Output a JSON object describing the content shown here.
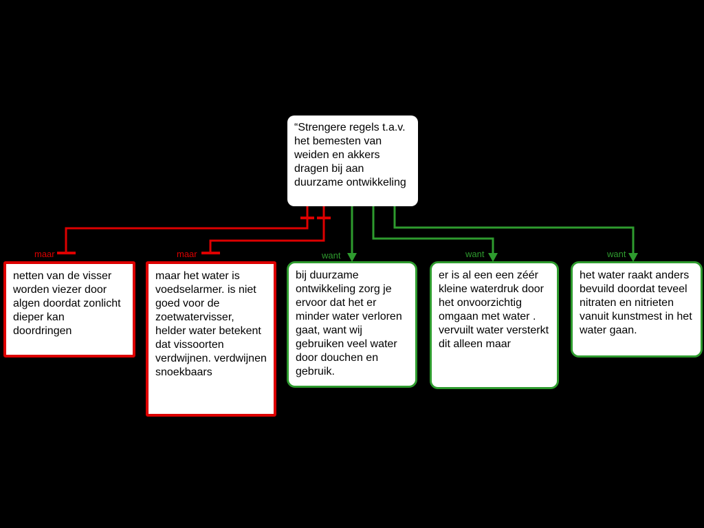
{
  "colors": {
    "background": "#000000",
    "oppose": "#dd0000",
    "support": "#2e9b2e",
    "node_background": "#ffffff",
    "node_text": "#000000"
  },
  "root": {
    "text": "“Strengere regels t.a.v. het bemesten van weiden en akkers dragen bij aan duurzame ontwikkeling"
  },
  "nodes": [
    {
      "relation": "maar",
      "type": "oppose",
      "text": "netten van de visser worden viezer door algen doordat zonlicht dieper kan doordringen"
    },
    {
      "relation": "maar",
      "type": "oppose",
      "text": "maar het water is voedselarmer. is niet goed voor de zoetwatervisser, helder water betekent dat vissoorten verdwijnen. verdwijnen snoekbaars"
    },
    {
      "relation": "want",
      "type": "support",
      "text": "bij duurzame ontwikkeling zorg je ervoor dat het er minder water verloren gaat, want wij gebruiken veel water door douchen en gebruik."
    },
    {
      "relation": "want",
      "type": "support",
      "text": "er is al een een zéér kleine waterdruk door het onvoorzichtig omgaan met water . vervuilt water versterkt dit alleen maar"
    },
    {
      "relation": "want",
      "type": "support",
      "text": "het water raakt anders bevuild doordat teveel nitraten en nitrieten vanuit kunstmest in het water gaan."
    }
  ]
}
